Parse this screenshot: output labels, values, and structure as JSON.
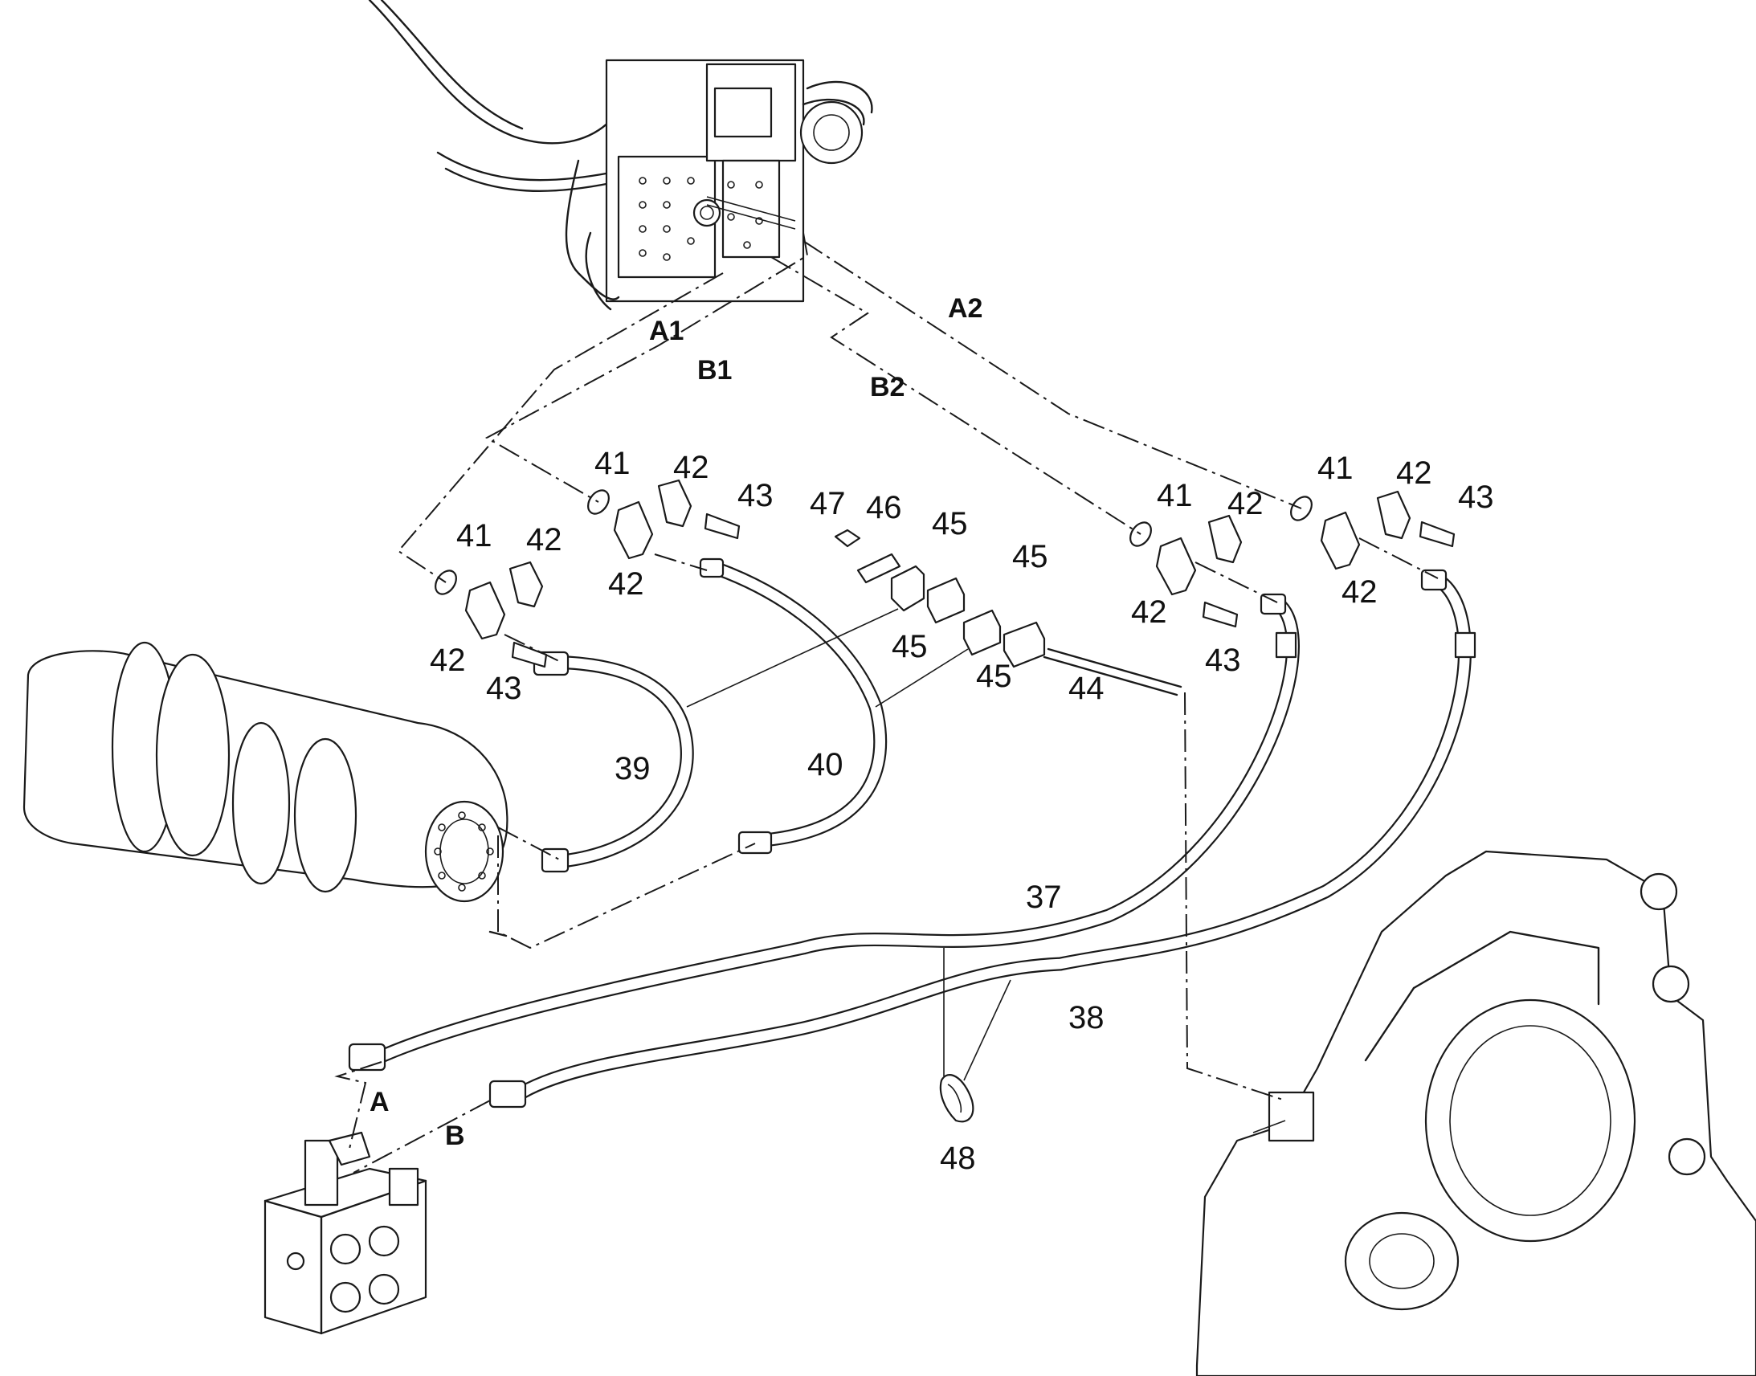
{
  "callouts": {
    "n37": "37",
    "n38": "38",
    "n39": "39",
    "n40": "40",
    "n41": "41",
    "n42": "42",
    "n43": "43",
    "n44": "44",
    "n45": "45",
    "n46": "46",
    "n47": "47",
    "n48": "48"
  },
  "ports": {
    "A1": "A1",
    "A2": "A2",
    "B1": "B1",
    "B2": "B2",
    "A": "A",
    "B": "B"
  },
  "colors": {
    "line": "#1a1a1a",
    "background": "#ffffff"
  }
}
